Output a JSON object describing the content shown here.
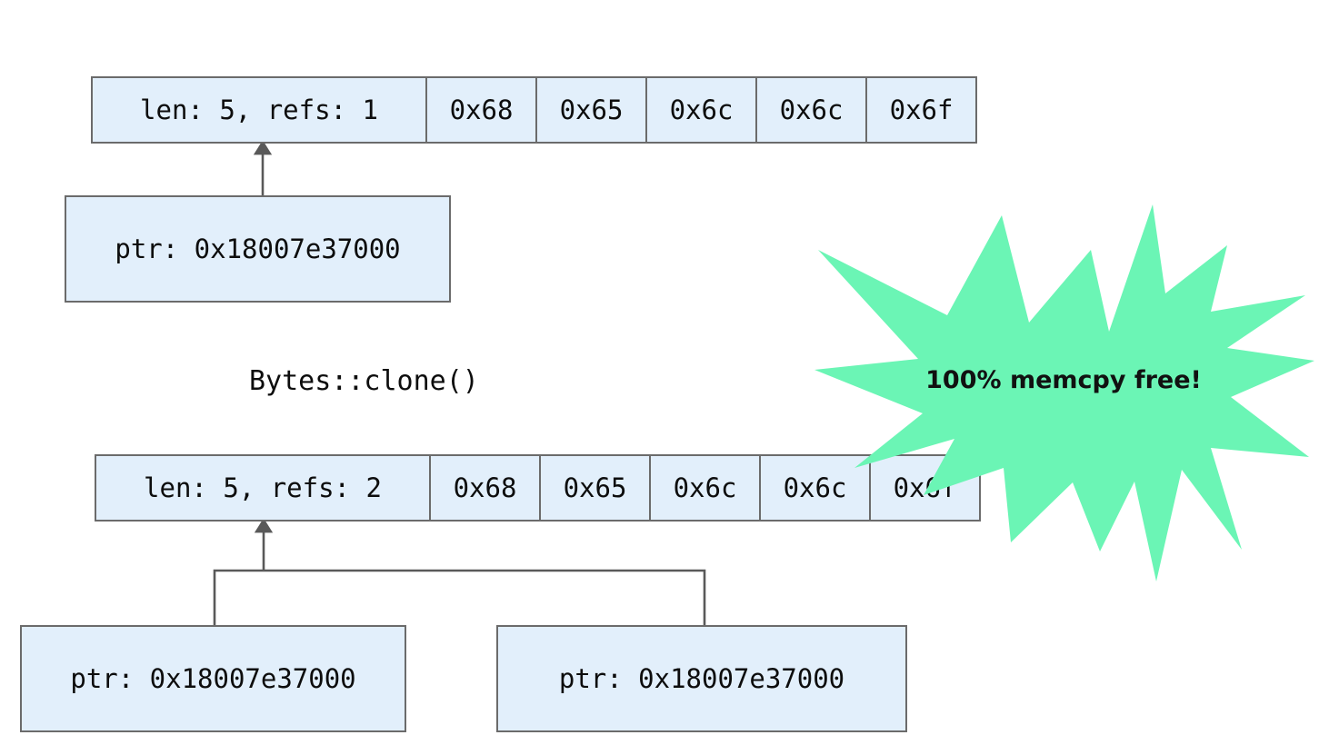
{
  "diagram": {
    "title_label": "Bytes::clone()",
    "original_row": {
      "header": "len: 5, refs: 1",
      "bytes": [
        "0x68",
        "0x65",
        "0x6c",
        "0x6c",
        "0x6f"
      ]
    },
    "cloned_row": {
      "header": "len: 5, refs: 2",
      "bytes": [
        "0x68",
        "0x65",
        "0x6c",
        "0x6c",
        "0x6f"
      ]
    },
    "original_pointer": {
      "label": "ptr: 0x18007e37000"
    },
    "cloned_pointers": [
      {
        "label": "ptr: 0x18007e37000"
      },
      {
        "label": "ptr: 0x18007e37000"
      }
    ],
    "badge": {
      "text": "100% memcpy free!"
    },
    "colors": {
      "box_fill": "#e2effb",
      "box_border": "#6b6b6b",
      "connector": "#595959",
      "badge_fill": "#6bf5b5",
      "text": "#0d0d0d",
      "background": "#ffffff"
    }
  }
}
